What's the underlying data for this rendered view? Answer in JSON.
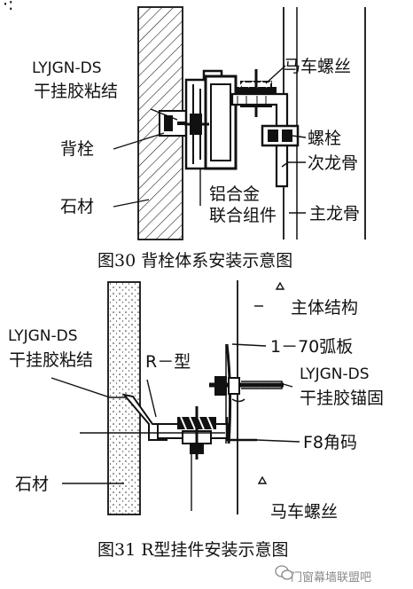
{
  "figure30": {
    "caption": "图30 背栓体系安装示意图",
    "labels": {
      "adhesive_line1": "LYJGN-DS",
      "adhesive_line2": "干挂胶粘结",
      "carriage_bolt": "马车螺丝",
      "bolt": "螺栓",
      "back_bolt": "背栓",
      "secondary_keel": "次龙骨",
      "stone": "石材",
      "aluminum_line1": "铝合金",
      "aluminum_line2": "联合组件",
      "main_keel": "主龙骨"
    }
  },
  "figure31": {
    "caption": "图31 R型挂件安装示意图",
    "labels": {
      "main_structure": "主体结构",
      "adhesive_line1": "LYJGN-DS",
      "adhesive_line2": "干挂胶粘结",
      "arc_plate": "1－70弧板",
      "r_type": "R－型",
      "anchor_line1": "LYJGN-DS",
      "anchor_line2": "干挂胶锚固",
      "f8_angle": "F8角码",
      "stone": "石材",
      "carriage_bolt": "马车螺丝"
    }
  },
  "watermark": "门窗幕墙联盟吧",
  "corner_mark": "·:"
}
